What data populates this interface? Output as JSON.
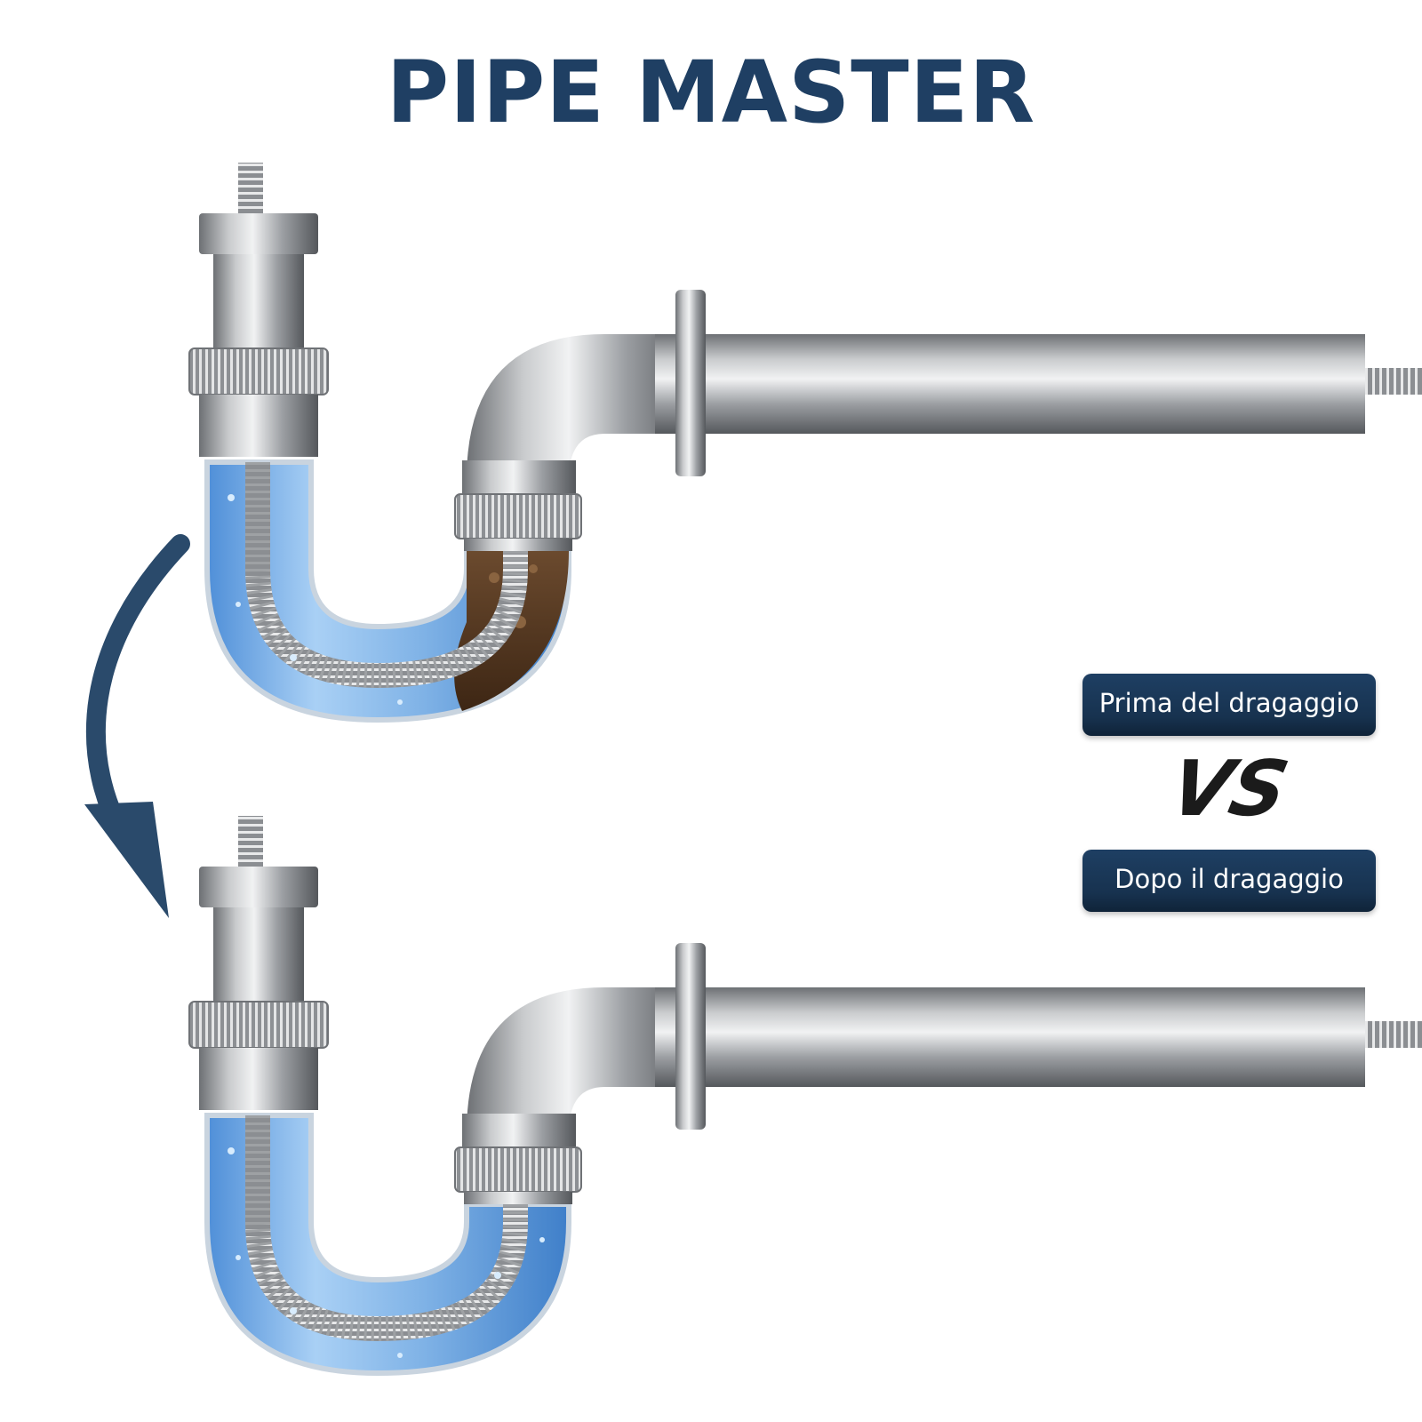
{
  "title": "PIPE MASTER",
  "comparison": {
    "before_label": "Prima del dragaggio",
    "vs_label": "VS",
    "after_label": "Dopo il dragaggio"
  },
  "colors": {
    "title": "#1f3f63",
    "badge": "#1e3f63",
    "water": "#7fb2e6",
    "clog": "#5a3a22",
    "pipe": "#a7a9ac",
    "arrow": "#2a4a6b"
  }
}
